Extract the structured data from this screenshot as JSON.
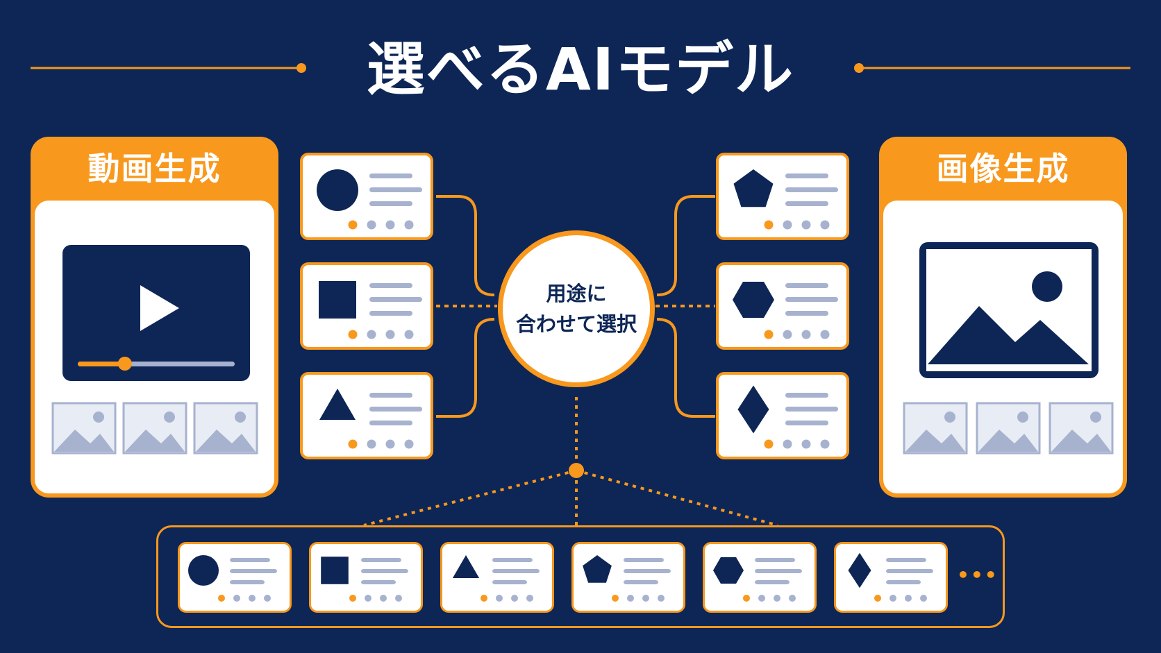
{
  "title": "選べるAIモデル",
  "hub": {
    "line1": "用途に",
    "line2": "合わせて選択"
  },
  "categories": {
    "video": {
      "label": "動画生成",
      "icon": "video-play-icon",
      "progress": 0.3
    },
    "image": {
      "label": "画像生成",
      "icon": "landscape-image-icon"
    }
  },
  "models_left": [
    {
      "icon": "circle-icon",
      "active_dot": 0
    },
    {
      "icon": "square-icon",
      "active_dot": 0
    },
    {
      "icon": "triangle-icon",
      "active_dot": 0
    }
  ],
  "models_right": [
    {
      "icon": "pentagon-icon",
      "active_dot": 0
    },
    {
      "icon": "hexagon-icon",
      "active_dot": 0
    },
    {
      "icon": "diamond-icon",
      "active_dot": 0
    }
  ],
  "models_bottom": [
    {
      "icon": "circle-icon"
    },
    {
      "icon": "square-icon"
    },
    {
      "icon": "triangle-icon"
    },
    {
      "icon": "pentagon-icon"
    },
    {
      "icon": "hexagon-icon"
    },
    {
      "icon": "diamond-icon"
    }
  ],
  "more_indicator": "•••",
  "colors": {
    "background": "#0d2656",
    "accent": "#f8981d",
    "card": "#ffffff",
    "muted": "#a7b2cf",
    "icon": "#0d2656"
  }
}
